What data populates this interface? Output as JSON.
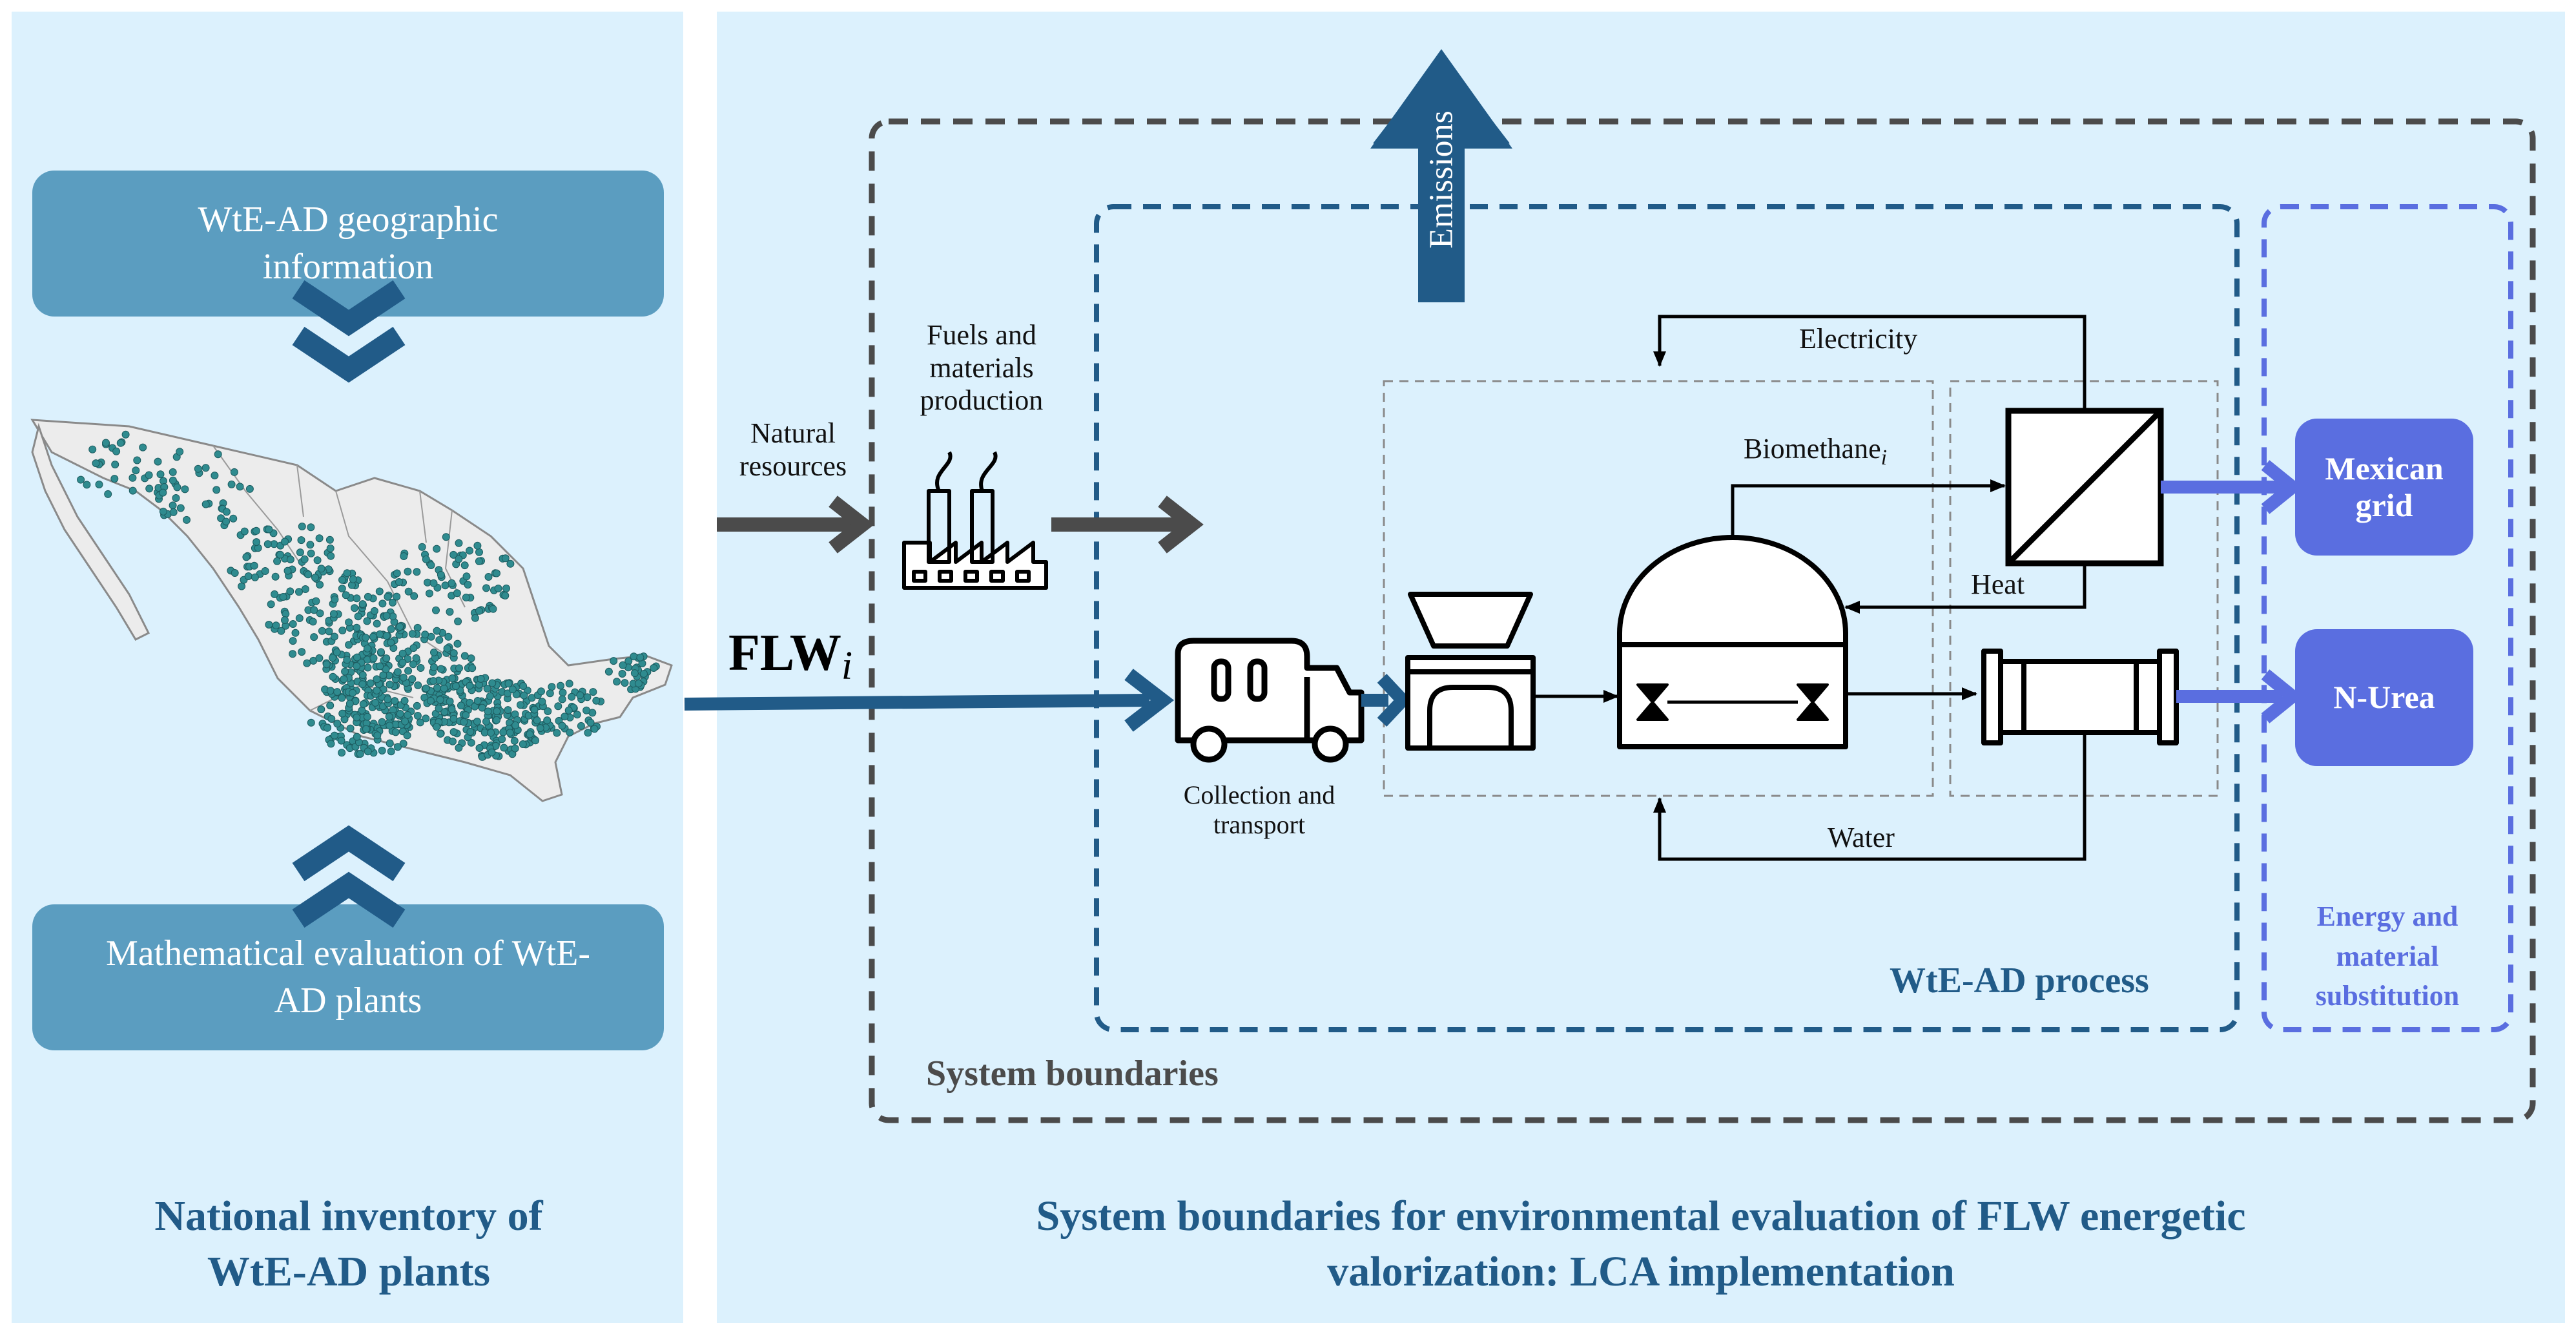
{
  "left_panel": {
    "top_box": "WtE-AD geographic information",
    "bottom_box": "Mathematical evaluation of WtE-AD plants",
    "title": "National inventory of WtE-AD plants"
  },
  "right_panel": {
    "title_line1": "System boundaries for environmental evaluation of FLW energetic",
    "title_line2": "valorization: LCA implementation",
    "emissions": "Emissions",
    "natural_resources": "Natural resources",
    "fuels": "Fuels and materials production",
    "flw": "FLW",
    "flw_sub": "i",
    "collection": "Collection and transport",
    "electricity": "Electricity",
    "biomethane": "Biomethane",
    "biomethane_sub": "i",
    "heat": "Heat",
    "water": "Water",
    "process_label": "WtE-AD process",
    "system_boundaries": "System boundaries",
    "substitution": "Energy and material substitution",
    "out_grid": "Mexican grid",
    "out_urea": "N-Urea"
  },
  "colors": {
    "panel_bg": "#dcf1fd",
    "dark_blue": "#215b88",
    "pill_blue": "#5b9dc0",
    "boundary_gray": "#4b4b4b",
    "substitution_purple": "#5a6ee0",
    "map_points": "#2f8b8f"
  }
}
